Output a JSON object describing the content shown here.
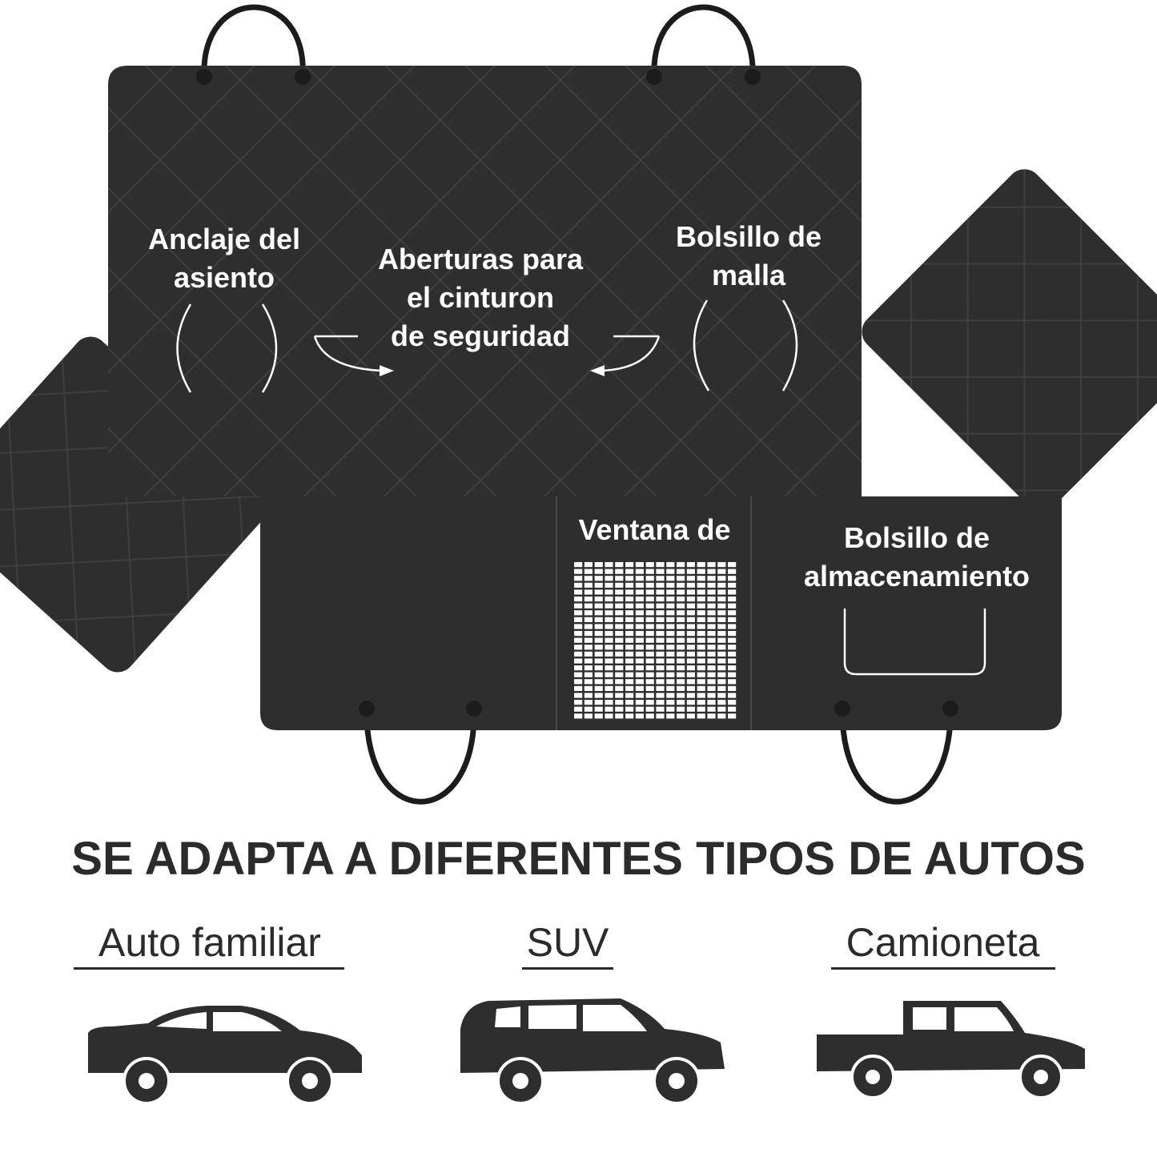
{
  "colors": {
    "cover": "#2e2e2e",
    "cover_quilt": "#3d3d3d",
    "text_dark": "#2b2b2b",
    "white": "#ffffff"
  },
  "labels": {
    "seat_anchor": "Anclaje del\nasiento",
    "belt_openings": "Aberturas para\nel cinturon\nde seguridad",
    "mesh_pocket": "Bolsillo de\nmalla",
    "window": "Ventana de",
    "storage_pocket": "Bolsillo de\nalmacenamiento"
  },
  "headline": "SE ADAPTA A DIFERENTES TIPOS DE AUTOS",
  "vehicles": [
    {
      "label": "Auto familiar",
      "icon": "sedan-icon"
    },
    {
      "label": "SUV",
      "icon": "suv-icon"
    },
    {
      "label": "Camioneta",
      "icon": "pickup-icon"
    }
  ]
}
